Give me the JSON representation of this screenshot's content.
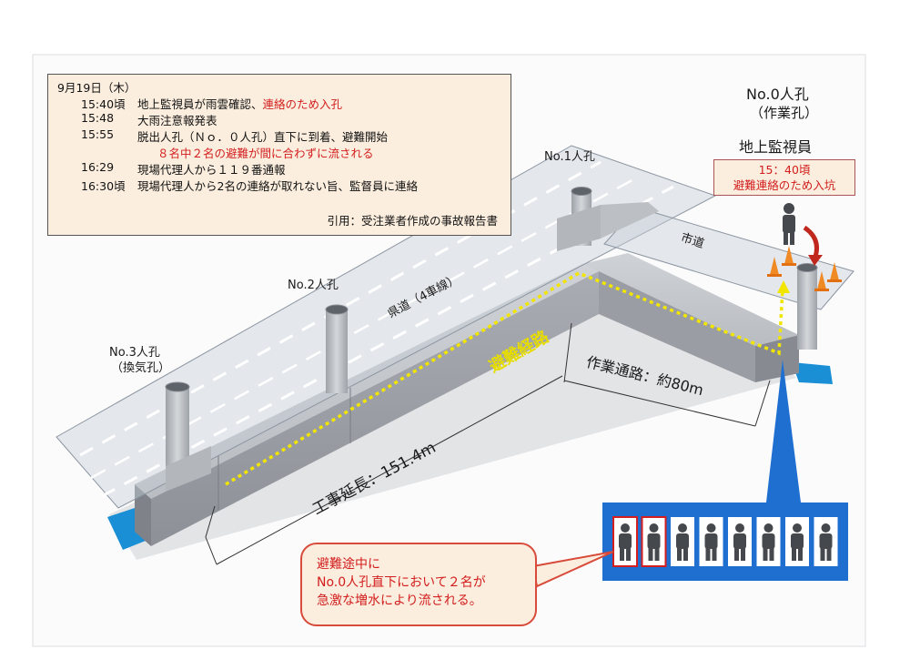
{
  "timeline": {
    "date": "9月19日（木）",
    "rows": [
      {
        "time": "15:40頃",
        "text": "地上監視員が雨雲確認、",
        "red": "連絡のため入孔"
      },
      {
        "time": "15:48",
        "text": "大雨注意報発表",
        "red": ""
      },
      {
        "time": "15:55",
        "text": "脱出人孔（Ｎｏ．０人孔）直下に到着、避難開始",
        "red": ""
      },
      {
        "time": "",
        "text": "",
        "red": "８名中２名の避難が間に合わずに流される"
      },
      {
        "time": "16:29",
        "text": "現場代理人から１１９番通報",
        "red": ""
      },
      {
        "time": "16:30頃",
        "text": "現場代理人から2名の連絡が取れない旨、監督員に連絡",
        "red": ""
      }
    ],
    "source": "引用：受注業者作成の事故報告書"
  },
  "labels": {
    "no0": "No.0人孔",
    "no0_sub": "（作業孔）",
    "monitor": "地上監視員",
    "no1": "No.1人孔",
    "no2": "No.2人孔",
    "no3": "No.3人孔",
    "no3_sub": "（換気孔）",
    "prefectural_road": "県道（4車線）",
    "city_road": "市道",
    "evacuation_route": "避難経路",
    "work_passage": "作業通路：約80m",
    "construction_length": "工事延長：151.4m"
  },
  "monitor_callout": {
    "line1": "15：40頃",
    "line2": "避難連絡のため入坑"
  },
  "accident_callout": {
    "line1": "避難途中に",
    "line2": "No.0人孔直下において２名が",
    "line3": "急激な増水により流される。"
  },
  "workers": {
    "total": 8,
    "swept_away": 2
  },
  "colors": {
    "accent_red": "#d21e1e",
    "path_yellow": "#f2e600",
    "water_blue": "#1a8fd6",
    "panel_blue": "#1f6fd1",
    "callout_bg": "#fbeede"
  }
}
